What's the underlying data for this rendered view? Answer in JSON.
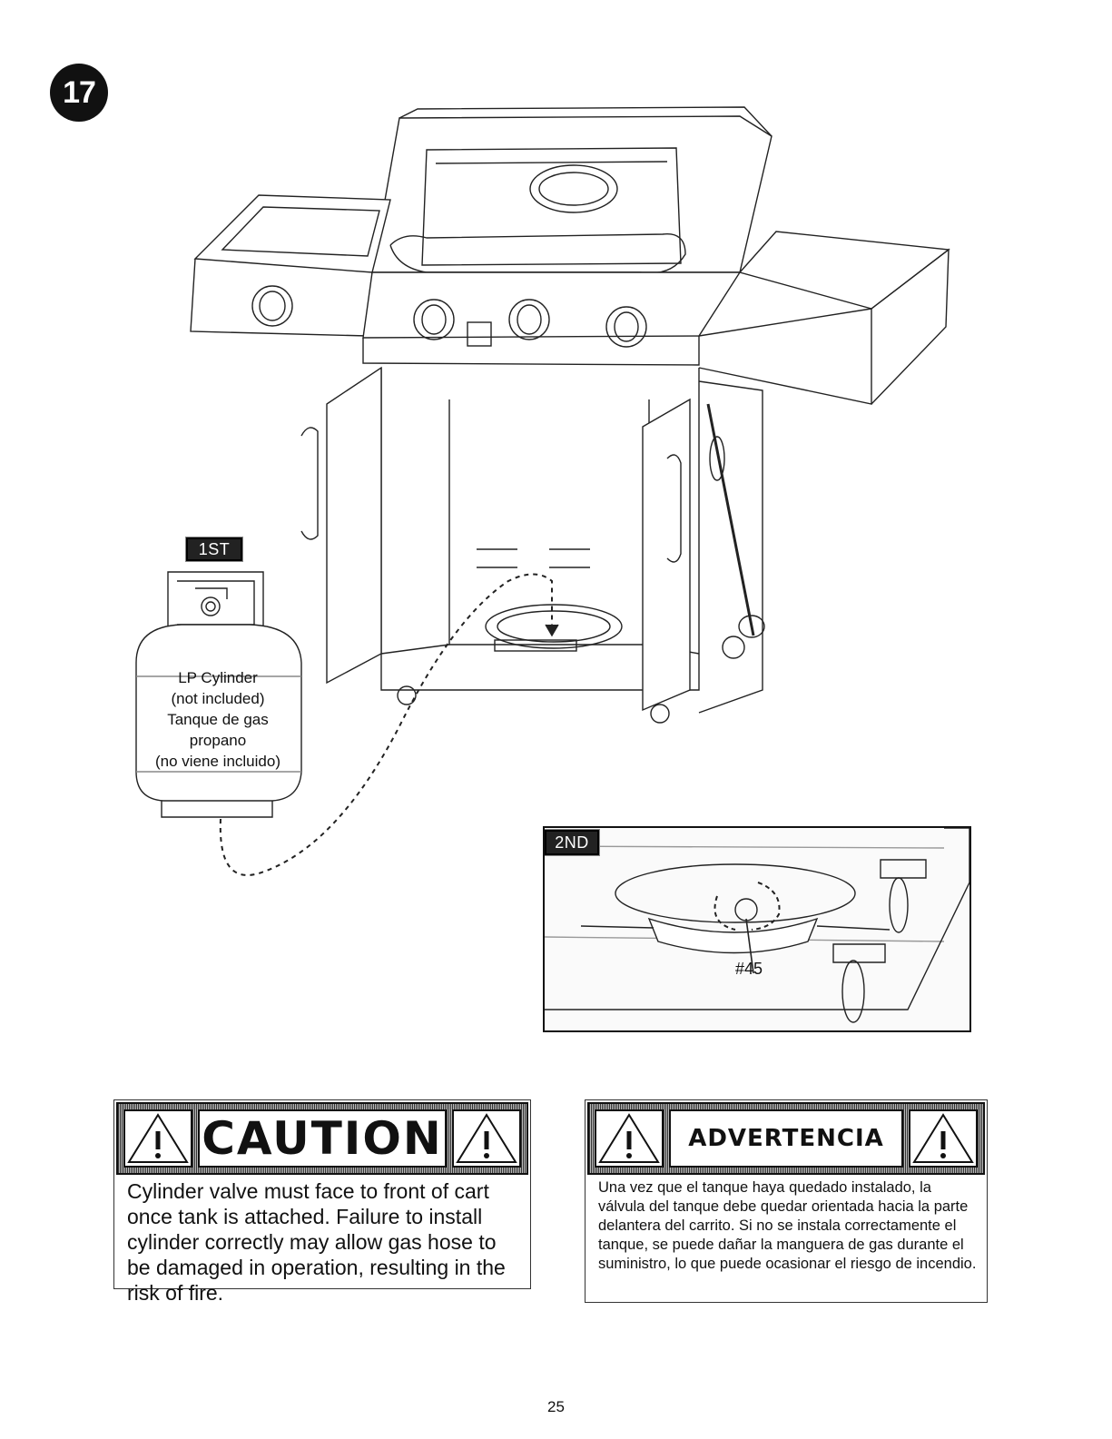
{
  "step": {
    "number": "17"
  },
  "illustration": {
    "first_tag": "1ST",
    "tank_label_lines": [
      "LP Cylinder",
      "(not included)",
      "Tanque de gas",
      "propano",
      "(no viene incluido)"
    ],
    "second_tag": "2ND",
    "part_number": "#45"
  },
  "caution": {
    "title": "CAUTION",
    "text": "Cylinder valve must face to front of cart once tank is attached. Failure to install cylinder correctly may allow gas hose to be damaged in operation, resulting in the risk of fire."
  },
  "advertencia": {
    "title": "ADVERTENCIA",
    "text": "Una vez que el tanque haya quedado instalado, la válvula del tanque debe quedar orientada hacia la parte delantera del carrito. Si no se instala correctamente el tanque, se puede dañar la manguera de gas durante el suministro, lo que puede ocasionar el riesgo de incendio."
  },
  "footer": {
    "page_number": "25"
  }
}
